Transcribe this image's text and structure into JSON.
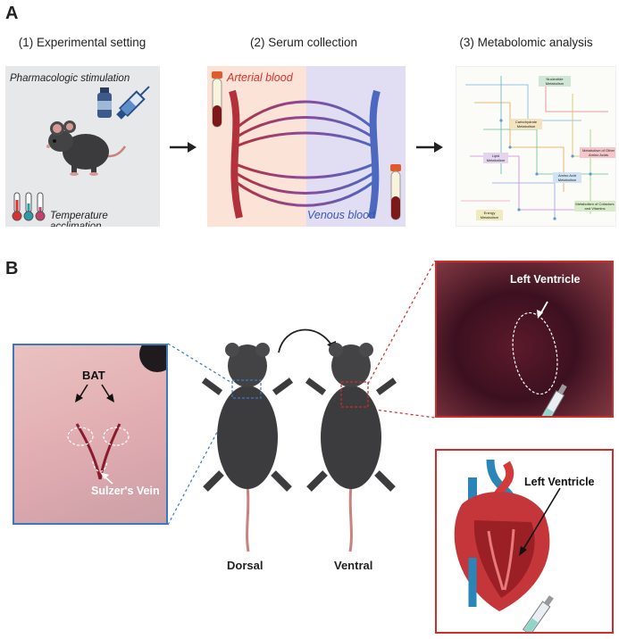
{
  "panel_a": {
    "letter": "A",
    "steps": [
      {
        "title": "(1) Experimental setting"
      },
      {
        "title": "(2) Serum collection"
      },
      {
        "title": "(3) Metabolomic analysis"
      }
    ],
    "setting": {
      "stimulation": "Pharmacologic stimulation",
      "acclimation": "Temperature acclimation"
    },
    "serum": {
      "arterial": "Arterial blood",
      "venous": "Venous blood",
      "arterial_color": "#d8322b",
      "venous_color": "#3a56b0"
    },
    "metabolic_map": {
      "labels": [
        "Nucleotide Metabolism",
        "Carbohydrate Metabolism",
        "Lipid Metabolism",
        "Metabolism of Other Amino Acids",
        "Amino Acid Metabolism",
        "Energy Metabolism",
        "Metabolism of Cofactors and Vitamins"
      ]
    }
  },
  "panel_b": {
    "letter": "B",
    "bat_label": "BAT",
    "vein_label": "Sulzer's Vein",
    "dorsal_label": "Dorsal",
    "ventral_label": "Ventral",
    "lv_photo_label": "Left Ventricle",
    "lv_heart_label": "Left Ventricle"
  }
}
